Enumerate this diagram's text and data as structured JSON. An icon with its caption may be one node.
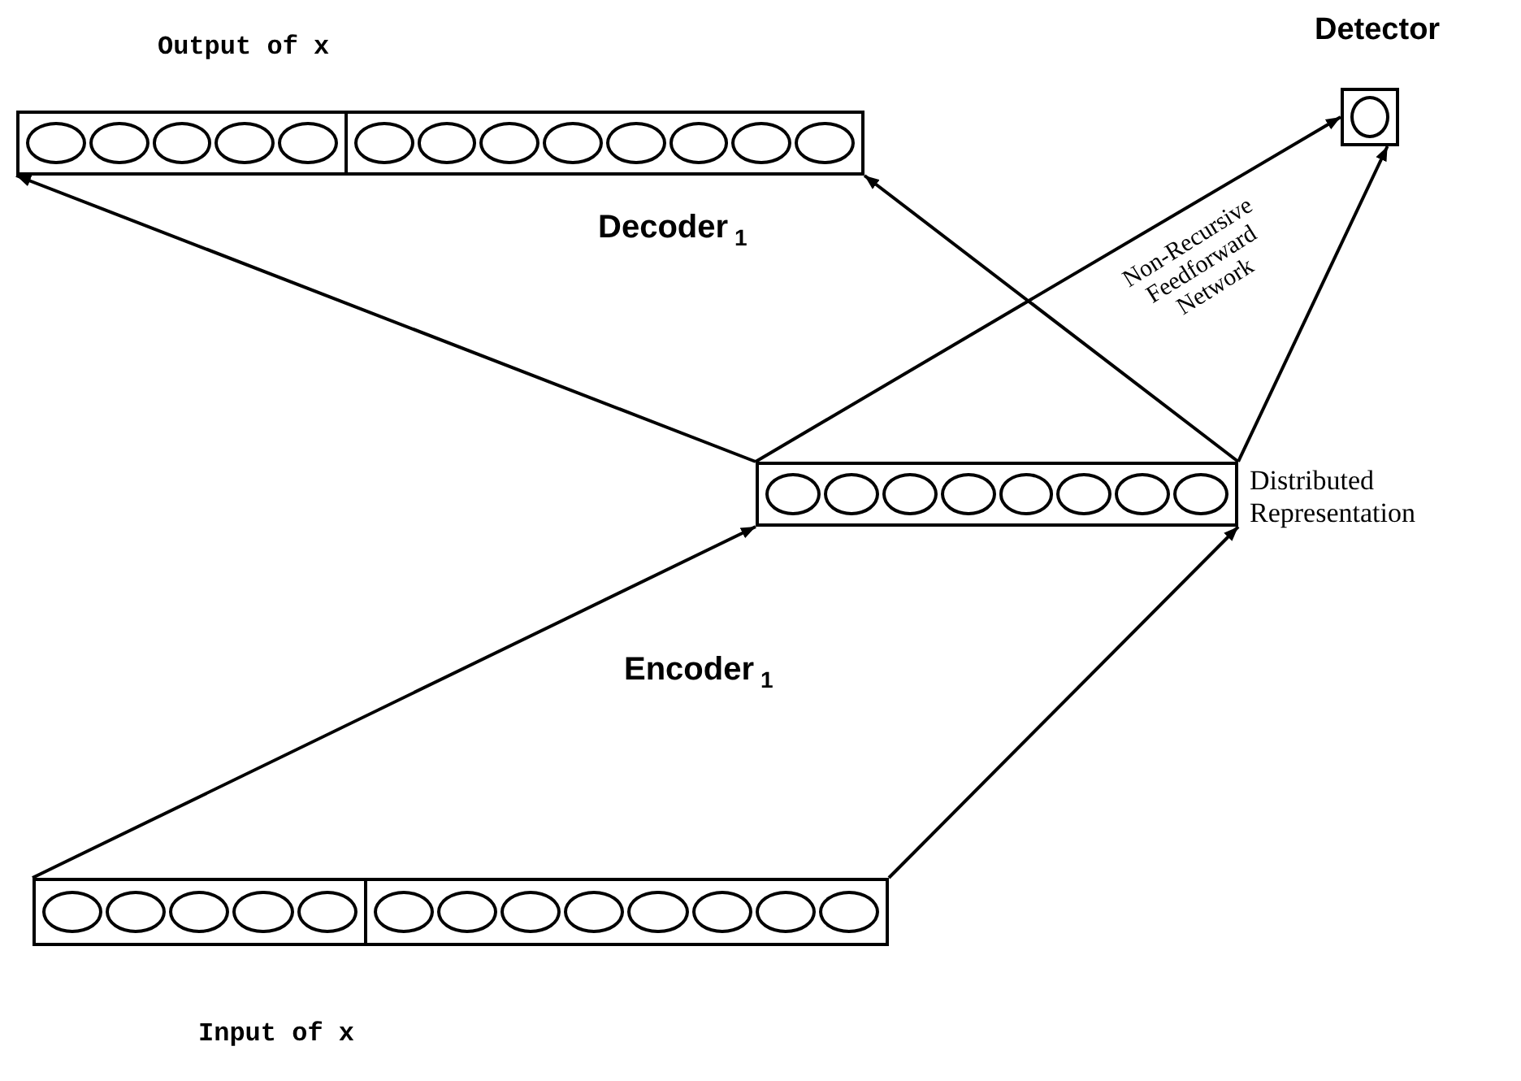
{
  "diagram": {
    "nodes": [
      {
        "text": [
          "Output of x"
        ]
      },
      {
        "text": [
          "Detector"
        ]
      },
      {
        "text": [],
        "shape": "box",
        "beside": [
          "Distributed Representation"
        ]
      },
      {
        "text": [
          "Input of x"
        ]
      }
    ],
    "edges": [
      {
        "from": 2,
        "to": 0,
        "arrow": "to"
      },
      {
        "from": 2,
        "to": 0,
        "arrow": "to"
      },
      {
        "from": 2,
        "to": 1,
        "arrow": "to"
      },
      {
        "from": 2,
        "to": 1,
        "arrow": "to"
      },
      {
        "from": 3,
        "to": 2,
        "arrow": "to"
      },
      {
        "from": 3,
        "to": 2,
        "arrow": "to"
      }
    ],
    "labels": [
      "Decoder$_{1}$",
      "Non-Recursive Feedforward Network",
      "Encoder$_{1}$"
    ]
  }
}
